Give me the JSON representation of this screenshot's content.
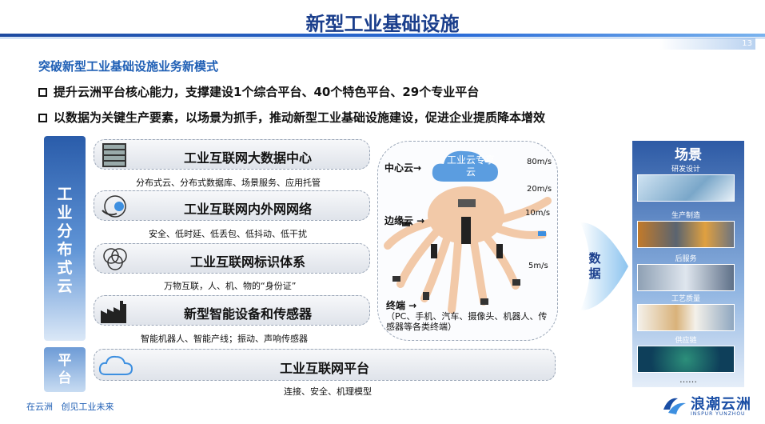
{
  "slide": {
    "title": "新型工业基础设施",
    "page_number": "13",
    "subtitle": "突破新型工业基础设施业务新模式",
    "bullets": [
      "提升云洲平台核心能力，支撑建设1个综合平台、40个特色平台、29个专业平台",
      "以数据为关键生产要素，以场景为抓手，推动新型工业基础设施建设，促进企业提质降本增效"
    ]
  },
  "left_band": {
    "label": "工业分布式云"
  },
  "platform_band": {
    "label": "平台"
  },
  "rows": [
    {
      "title": "工业互联网大数据中心",
      "desc": "分布式云、分布式数据库、场景服务、应用托管",
      "icon": "server-rack-icon"
    },
    {
      "title": "工业互联网内外网网络",
      "desc": "安全、低时延、低丢包、低抖动、低干扰",
      "icon": "network-hand-icon"
    },
    {
      "title": "工业互联网标识体系",
      "desc": "万物互联，人、机、物的“身份证”",
      "icon": "venn-circles-icon"
    },
    {
      "title": "新型智能设备和传感器",
      "desc": "智能机器人、智能产线；振动、声响传感器",
      "icon": "factory-icon"
    }
  ],
  "platform": {
    "title": "工业互联网平台",
    "desc": "连接、安全、机理模型",
    "icon": "cloud-icon"
  },
  "diagram": {
    "cloud_label": "工业云专享云",
    "center_label": "中心云→",
    "edge_label": "边缘云 →",
    "terminal_label": "终端 →",
    "terminal_desc": "（PC、手机、汽车、摄像头、机器人、传感器等各类终端）",
    "speeds": [
      "80m/s",
      "20m/s",
      "10m/s",
      "5m/s"
    ]
  },
  "arrow": {
    "label": "数据"
  },
  "scenes": {
    "title": "场景",
    "items": [
      "研发设计",
      "生产制造",
      "后服务",
      "工艺质量",
      "供应链"
    ],
    "more": "……"
  },
  "footer": {
    "slogan": "在云洲   创见工业未来"
  },
  "logo": {
    "name": "浪潮云洲",
    "sub": "INSPUR YUNZHOU"
  },
  "colors": {
    "brand_blue": "#1a3e8c",
    "accent_blue": "#1f5fb5",
    "cloud_blue": "#5b9de0"
  }
}
